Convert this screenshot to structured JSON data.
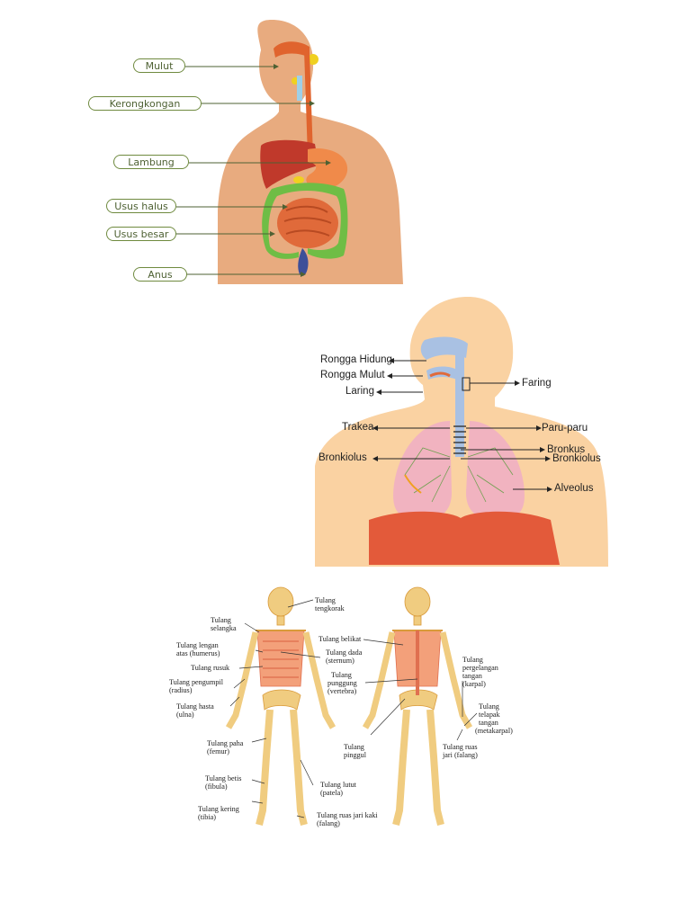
{
  "digestive": {
    "labels": {
      "mulut": "Mulut",
      "kerongkongan": "Kerongkongan",
      "lambung": "Lambung",
      "usus_halus": "Usus halus",
      "usus_besar": "Usus besar",
      "anus": "Anus"
    }
  },
  "respiratory": {
    "labels": {
      "rongga_hidung": "Rongga Hidung",
      "rongga_mulut": "Rongga Mulut",
      "laring": "Laring",
      "faring": "Faring",
      "trakea": "Trakea",
      "paru_paru": "Paru-paru",
      "bronkus": "Bronkus",
      "bronkiolus_left": "Bronkiolus",
      "bronkiolus_right": "Bronkiolus",
      "alveolus": "Alveolus"
    }
  },
  "skeletal": {
    "labels": {
      "tengkorak_1": "Tulang",
      "tengkorak_2": "tengkorak",
      "selangka_1": "Tulang",
      "selangka_2": "selangka",
      "lengan_1": "Tulang lengan",
      "lengan_2": "atas (humerus)",
      "rusuk": "Tulang rusuk",
      "pengumpil_1": "Tulang pengumpil",
      "pengumpil_2": "(radius)",
      "hasta_1": "Tulang hasta",
      "hasta_2": "(ulna)",
      "paha_1": "Tulang paha",
      "paha_2": "(femur)",
      "betis_1": "Tulang betis",
      "betis_2": "(fibula)",
      "kering_1": "Tulang kering",
      "kering_2": "(tibia)",
      "belikat": "Tulang belikat",
      "dada_1": "Tulang dada",
      "dada_2": "(sternum)",
      "punggung_1": "Tulang",
      "punggung_2": "punggung",
      "punggung_3": "(vertebra)",
      "pinggul_1": "Tulang",
      "pinggul_2": "pinggul",
      "lutut_1": "Tulang lutut",
      "lutut_2": "(patela)",
      "jari_kaki_1": "Tulang ruas jari kaki",
      "jari_kaki_2": "(falang)",
      "pergelangan_1": "Tulang",
      "pergelangan_2": "pergelangan",
      "pergelangan_3": "tangan",
      "pergelangan_4": "(karpal)",
      "telapak_1": "Tulang",
      "telapak_2": "telapak",
      "telapak_3": "tangan",
      "telapak_4": "(metakarpal)",
      "jari_tangan_1": "Tulang ruas",
      "jari_tangan_2": "jari (falang)"
    }
  }
}
